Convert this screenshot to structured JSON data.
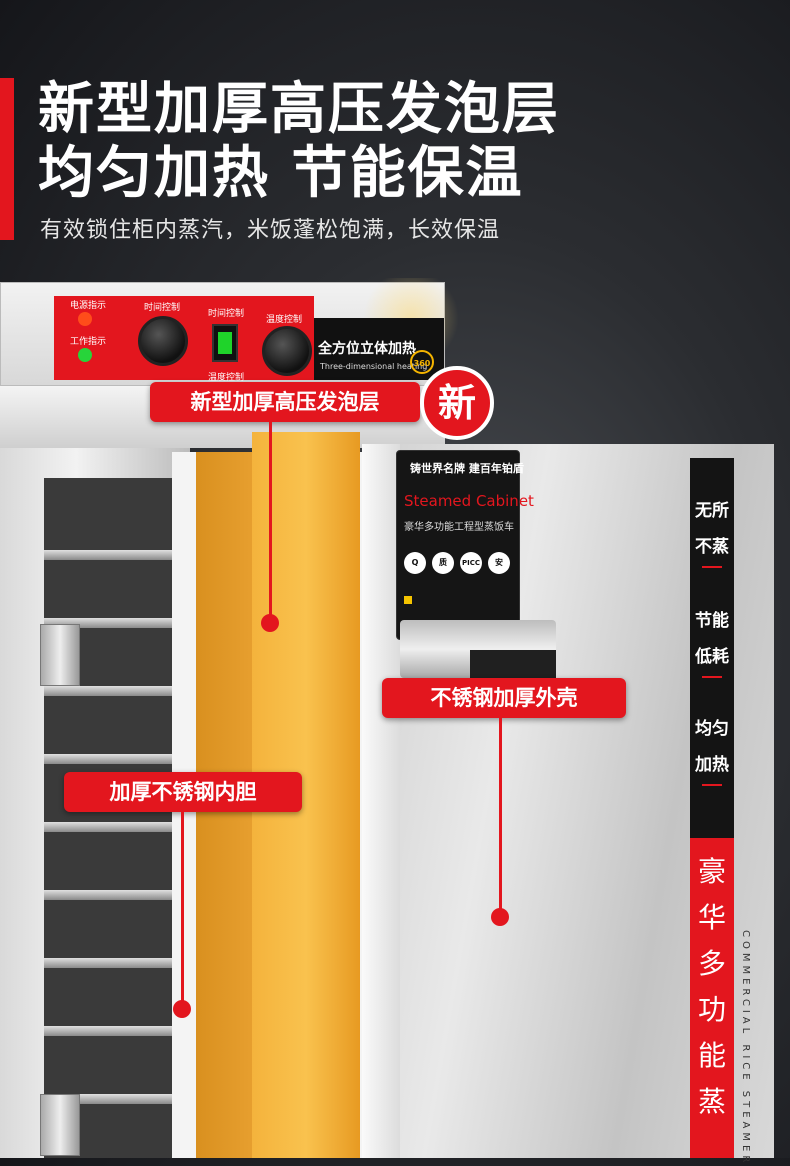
{
  "header": {
    "title_line1": "新型加厚高压发泡层",
    "title_line2": "均匀加热 节能保温",
    "subtitle": "有效锁住柜内蒸汽，米饭蓬松饱满，长效保温"
  },
  "panel": {
    "power_indicator": "电源指示",
    "work_indicator": "工作指示",
    "time_control": "时间控制",
    "time_control_2": "时间控制",
    "temp_control": "温度控制",
    "temp_control_2": "温度控制",
    "heating_cn": "全方位立体加热",
    "heating_en": "Three-dimensional heating",
    "heating_badge": "360"
  },
  "door_label": {
    "slogan": "铸世界名牌 建百年铂盾",
    "name_en": "Steamed Cabinet",
    "name_cn": "豪华多功能工程型蒸饭车",
    "cert_badges": [
      "Q",
      "质",
      "PICC",
      "安"
    ]
  },
  "side_strip": {
    "items": [
      {
        "line1": "无所",
        "line2": "不蒸"
      },
      {
        "line1": "节能",
        "line2": "低耗"
      },
      {
        "line1": "均匀",
        "line2": "加热"
      }
    ],
    "vertical_cn": [
      "豪",
      "华",
      "多",
      "功",
      "能",
      "蒸"
    ],
    "vertical_en": "COMMERCIAL RICE STEAMER"
  },
  "callouts": {
    "foam_layer": "新型加厚高压发泡层",
    "new_badge": "新",
    "outer_shell": "不锈钢加厚外壳",
    "inner_liner": "加厚不锈钢内胆"
  },
  "colors": {
    "accent_red": "#e3161e",
    "foam_orange": "#f4b33c",
    "background_dark": "#2b2d31"
  }
}
